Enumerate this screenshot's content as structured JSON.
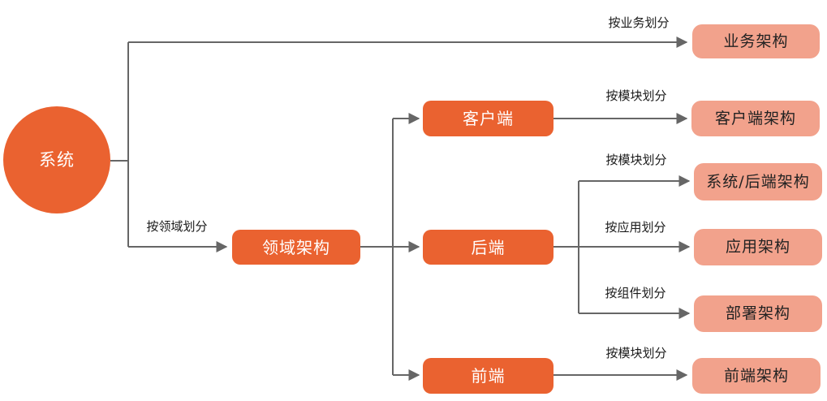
{
  "diagram": {
    "colors": {
      "node_orange": "#EA6230",
      "node_pink": "#F2A28C",
      "line": "#666666",
      "label_text": "#1a1a1a",
      "node_text_light": "#ffffff",
      "node_text_dark": "#222222",
      "bg": "#ffffff"
    },
    "nodes": {
      "system": {
        "label": "系统",
        "shape": "circle",
        "color": "#EA6230"
      },
      "domain_arch": {
        "label": "领域架构",
        "shape": "rounded-rect",
        "color": "#EA6230"
      },
      "client": {
        "label": "客户端",
        "shape": "rounded-rect",
        "color": "#EA6230"
      },
      "backend": {
        "label": "后端",
        "shape": "rounded-rect",
        "color": "#EA6230"
      },
      "frontend": {
        "label": "前端",
        "shape": "rounded-rect",
        "color": "#EA6230"
      },
      "business_arch": {
        "label": "业务架构",
        "shape": "rounded-rect",
        "color": "#F2A28C"
      },
      "client_arch": {
        "label": "客户端架构",
        "shape": "rounded-rect",
        "color": "#F2A28C"
      },
      "system_backend_arch": {
        "label": "系统/后端架构",
        "shape": "rounded-rect",
        "color": "#F2A28C"
      },
      "app_arch": {
        "label": "应用架构",
        "shape": "rounded-rect",
        "color": "#F2A28C"
      },
      "deploy_arch": {
        "label": "部署架构",
        "shape": "rounded-rect",
        "color": "#F2A28C"
      },
      "frontend_arch": {
        "label": "前端架构",
        "shape": "rounded-rect",
        "color": "#F2A28C"
      }
    },
    "edges": [
      {
        "from": "系统",
        "to": "业务架构",
        "label": "按业务划分"
      },
      {
        "from": "系统",
        "to": "领域架构",
        "label": "按领域划分"
      },
      {
        "from": "领域架构",
        "to": "客户端",
        "label": ""
      },
      {
        "from": "领域架构",
        "to": "后端",
        "label": ""
      },
      {
        "from": "领域架构",
        "to": "前端",
        "label": ""
      },
      {
        "from": "客户端",
        "to": "客户端架构",
        "label": "按模块划分"
      },
      {
        "from": "后端",
        "to": "系统/后端架构",
        "label": "按模块划分"
      },
      {
        "from": "后端",
        "to": "应用架构",
        "label": "按应用划分"
      },
      {
        "from": "后端",
        "to": "部署架构",
        "label": "按组件划分"
      },
      {
        "from": "前端",
        "to": "前端架构",
        "label": "按模块划分"
      }
    ]
  }
}
